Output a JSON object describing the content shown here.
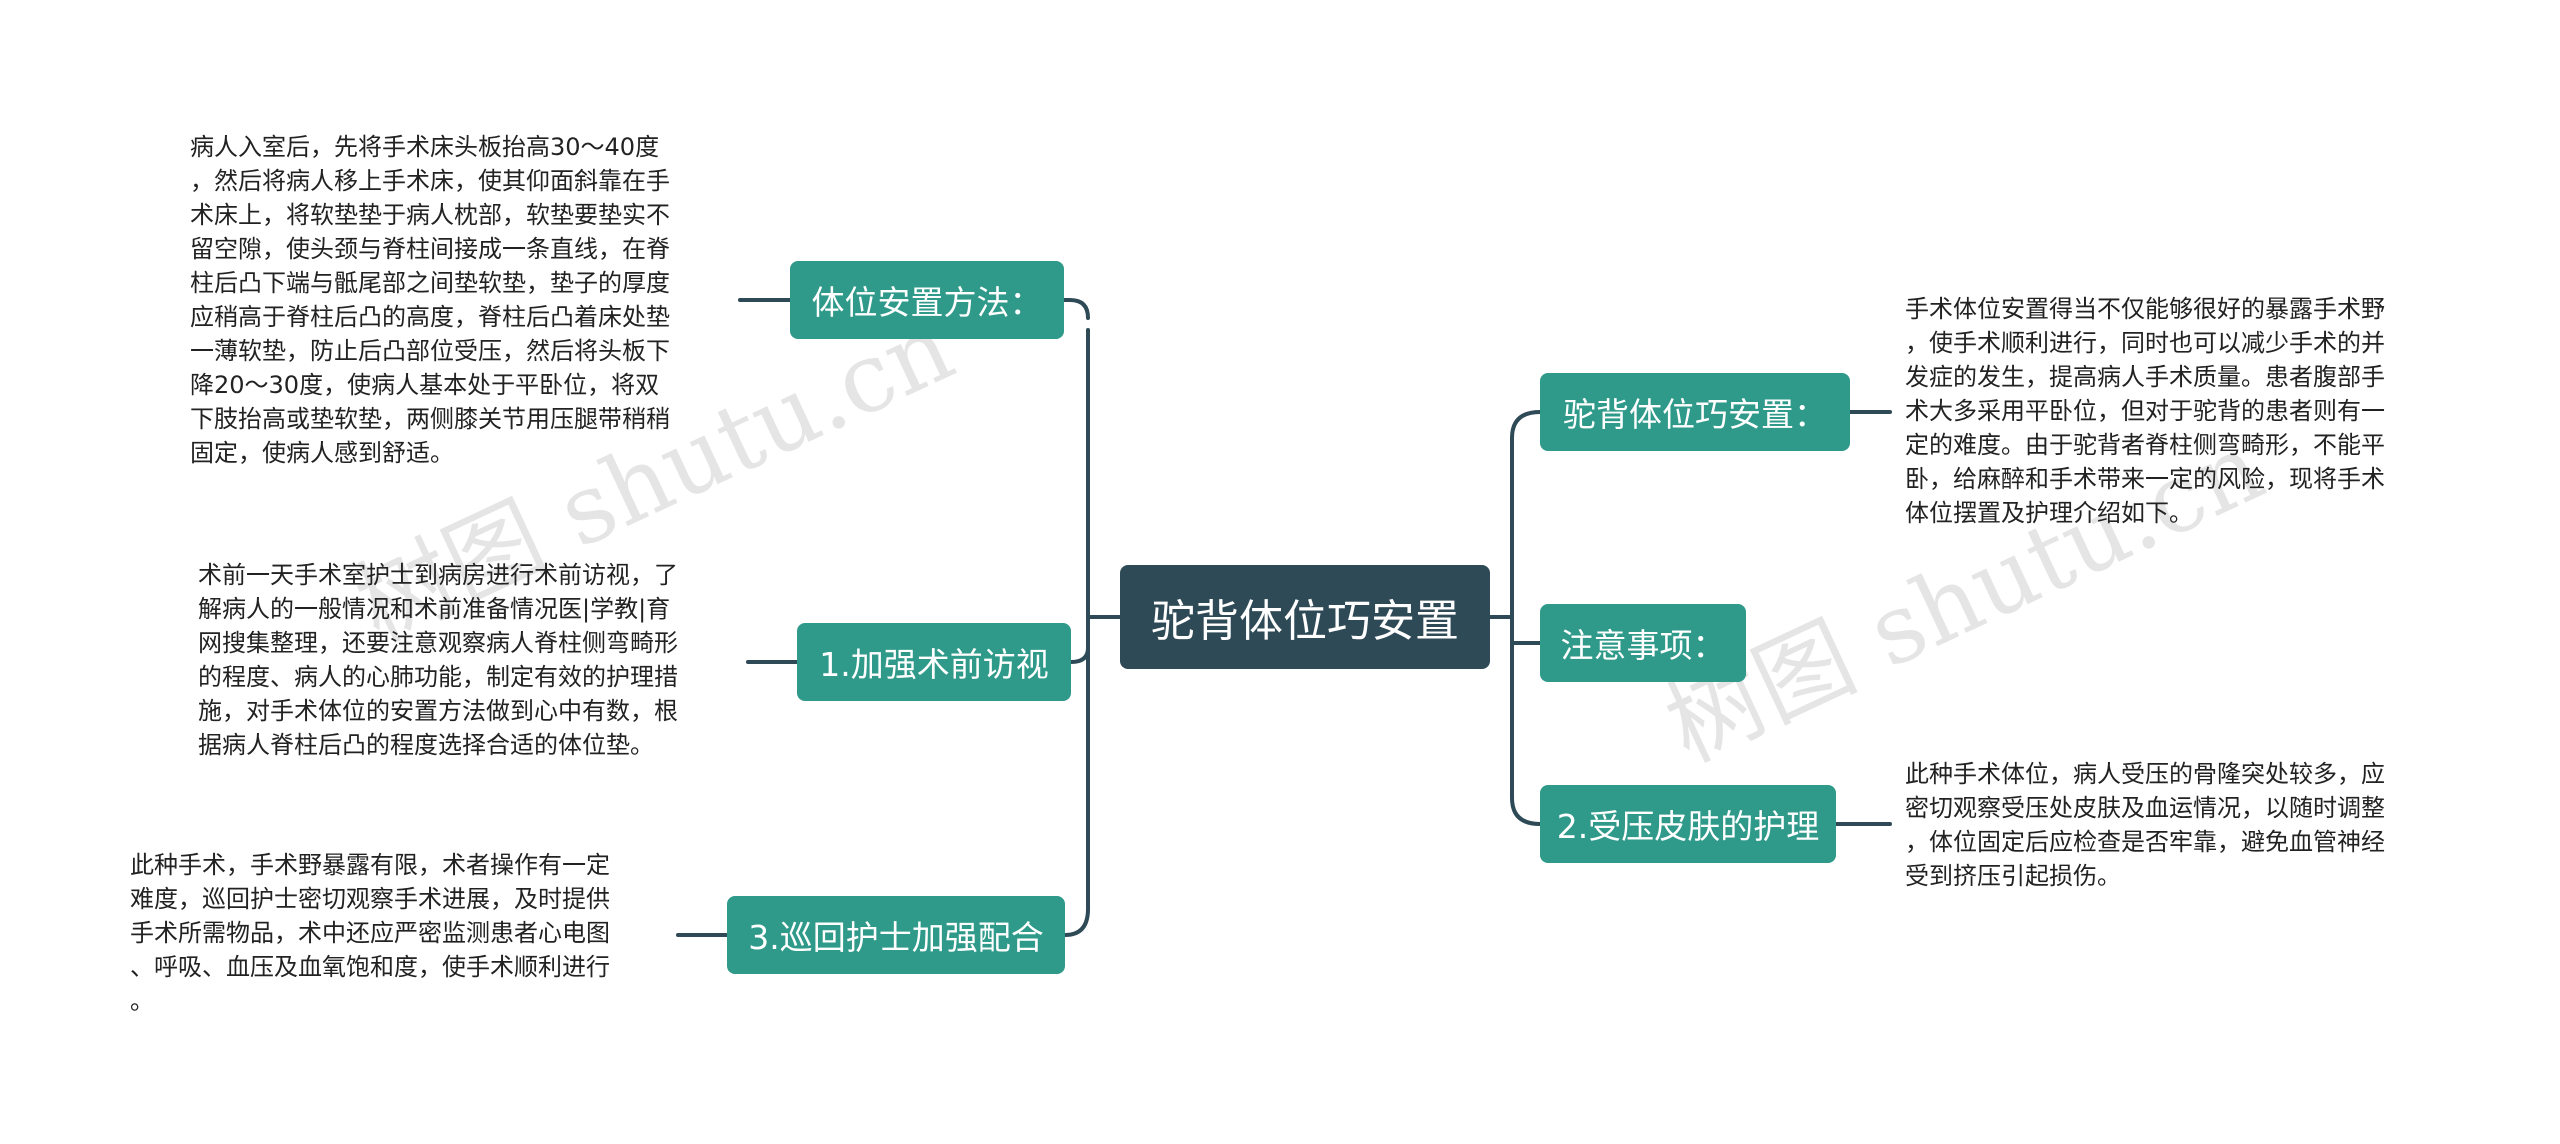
{
  "center": {
    "label": "驼背体位巧安置"
  },
  "colors": {
    "center_fill": "#2f4a57",
    "branch_fill": "#2f9a8a",
    "connector": "#2f4a57",
    "text": "#222222"
  },
  "left_branches": [
    {
      "label": "体位安置方法：",
      "note": [
        "病人入室后，先将手术床头板抬高30～40度",
        "，然后将病人移上手术床，使其仰面斜靠在手",
        "术床上，将软垫垫于病人枕部，软垫要垫实不",
        "留空隙，使头颈与脊柱间接成一条直线，在脊",
        "柱后凸下端与骶尾部之间垫软垫，垫子的厚度",
        "应稍高于脊柱后凸的高度，脊柱后凸着床处垫",
        "一薄软垫，防止后凸部位受压，然后将头板下",
        "降20～30度，使病人基本处于平卧位，将双",
        "下肢抬高或垫软垫，两侧膝关节用压腿带稍稍",
        "固定，使病人感到舒适。"
      ]
    },
    {
      "label": "1.加强术前访视",
      "note": [
        "术前一天手术室护士到病房进行术前访视，了",
        "解病人的一般情况和术前准备情况医|学教|育",
        "网搜集整理，还要注意观察病人脊柱侧弯畸形",
        "的程度、病人的心肺功能，制定有效的护理措",
        "施，对手术体位的安置方法做到心中有数，根",
        "据病人脊柱后凸的程度选择合适的体位垫。"
      ]
    },
    {
      "label": "3.巡回护士加强配合",
      "note": [
        "此种手术，手术野暴露有限，术者操作有一定",
        "难度，巡回护士密切观察手术进展，及时提供",
        "手术所需物品，术中还应严密监测患者心电图",
        "、呼吸、血压及血氧饱和度，使手术顺利进行",
        "。"
      ]
    }
  ],
  "right_branches": [
    {
      "label": "驼背体位巧安置：",
      "note": [
        "手术体位安置得当不仅能够很好的暴露手术野",
        "，使手术顺利进行，同时也可以减少手术的并",
        "发症的发生，提高病人手术质量。患者腹部手",
        "术大多采用平卧位，但对于驼背的患者则有一",
        "定的难度。由于驼背者脊柱侧弯畸形，不能平",
        "卧，给麻醉和手术带来一定的风险，现将手术",
        "体位摆置及护理介绍如下。"
      ]
    },
    {
      "label": "注意事项：",
      "note": []
    },
    {
      "label": "2.受压皮肤的护理",
      "note": [
        "此种手术体位，病人受压的骨隆突处较多，应",
        "密切观察受压处皮肤及血运情况，以随时调整",
        "，体位固定后应检查是否牢靠，避免血管神经",
        "受到挤压引起损伤。"
      ]
    }
  ],
  "watermarks": [
    "树图 shutu.cn",
    "树图 shutu.cn"
  ]
}
